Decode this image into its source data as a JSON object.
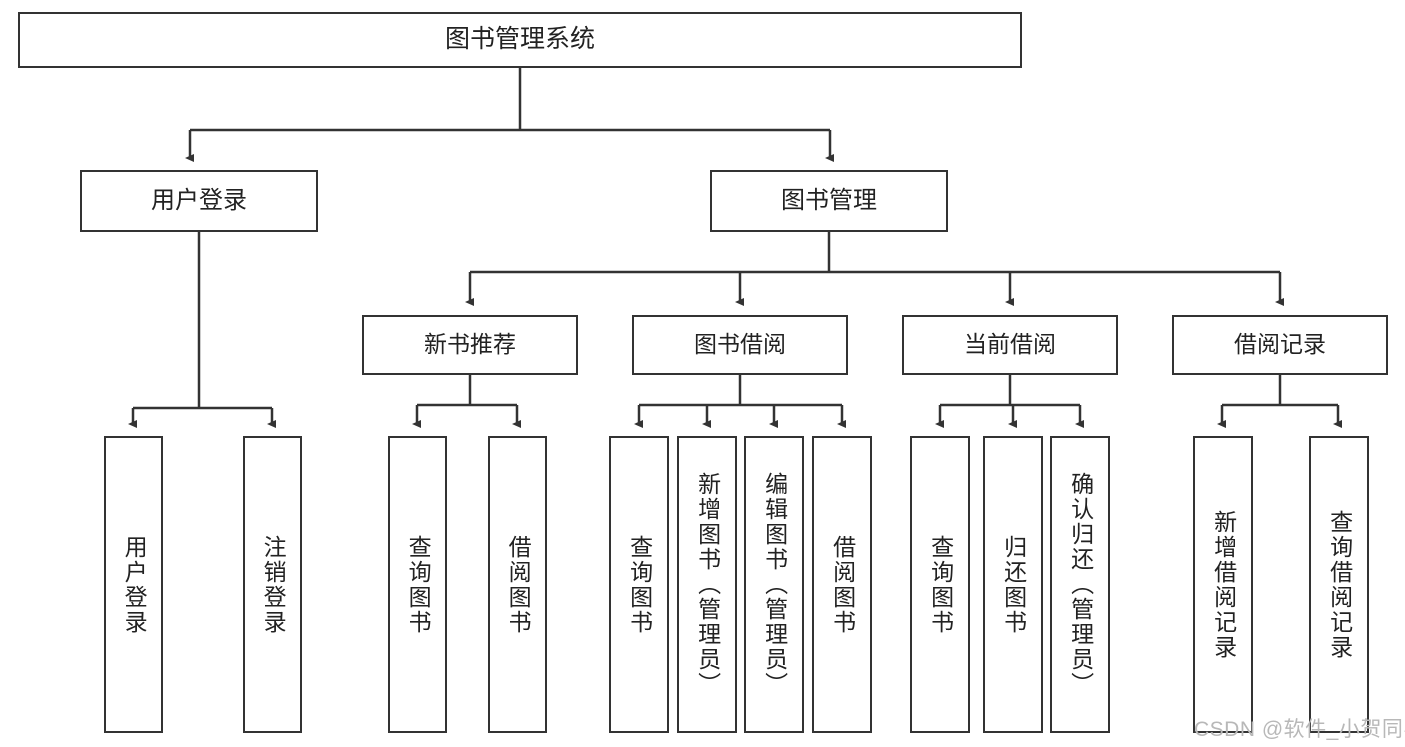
{
  "diagram": {
    "title": "图书管理系统",
    "type": "tree-hierarchy-chart",
    "line_color": "#333333",
    "box_fill": "#ffffff",
    "text_color": "#222222"
  },
  "root": {
    "label": "图书管理系统"
  },
  "level2": [
    {
      "label": "用户登录"
    },
    {
      "label": "图书管理"
    }
  ],
  "level3": [
    {
      "label": "新书推荐"
    },
    {
      "label": "图书借阅"
    },
    {
      "label": "当前借阅"
    },
    {
      "label": "借阅记录"
    }
  ],
  "leaves": {
    "user_login": [
      {
        "label": "用户登录"
      },
      {
        "label": "注销登录"
      }
    ],
    "new_book_recommend": [
      {
        "label": "查询图书"
      },
      {
        "label": "借阅图书"
      }
    ],
    "book_borrow": [
      {
        "label": "查询图书"
      },
      {
        "label": "新增图书（管理员）"
      },
      {
        "label": "编辑图书（管理员）"
      },
      {
        "label": "借阅图书"
      }
    ],
    "current_borrow": [
      {
        "label": "查询图书"
      },
      {
        "label": "归还图书"
      },
      {
        "label": "确认归还（管理员）"
      }
    ],
    "borrow_record": [
      {
        "label": "新增借阅记录"
      },
      {
        "label": "查询借阅记录"
      }
    ]
  },
  "watermark": {
    "text": "CSDN @软件_小贺同学"
  }
}
